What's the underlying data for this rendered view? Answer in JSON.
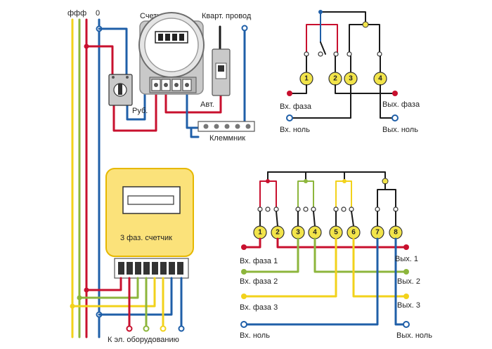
{
  "colors": {
    "phase_a": "#c8102e",
    "phase_b": "#8db63c",
    "phase_c": "#f2d21b",
    "neutral": "#1f5fa8",
    "wire_dark": "#1a1a1a",
    "meter_yellow": "#fbe27a",
    "meter_border": "#e6b800",
    "gray_body": "#c9c9c9",
    "terminal_fill": "#f2e44a"
  },
  "bus": {
    "label_phases": "ффф",
    "label_neutral": "0"
  },
  "single_phase": {
    "meter_label": "Счетчик",
    "apartment_wire_label": "Кварт. провод",
    "switch_label": "Руб.",
    "breaker_label": "Авт.",
    "terminal_block_label": "Клеммник",
    "meter_display": [
      "0",
      "0",
      "0",
      "0"
    ]
  },
  "three_phase": {
    "meter_label": "3 фаз. счетчик",
    "equipment_label": "К эл. оборудованию"
  },
  "detail_single": {
    "terminals": [
      "1",
      "2",
      "3",
      "4"
    ],
    "in_phase": "Вх. фаза",
    "in_neutral": "Вх. ноль",
    "out_phase": "Вых. фаза",
    "out_neutral": "Вых. ноль"
  },
  "detail_three": {
    "terminals": [
      "1",
      "2",
      "3",
      "4",
      "5",
      "6",
      "7",
      "8"
    ],
    "in_phase_1": "Вх. фаза 1",
    "in_phase_2": "Вх. фаза 2",
    "in_phase_3": "Вх. фаза 3",
    "in_neutral": "Вх. ноль",
    "out_1": "Вых. 1",
    "out_2": "Вых. 2",
    "out_3": "Вых. 3",
    "out_neutral": "Вых. ноль"
  }
}
